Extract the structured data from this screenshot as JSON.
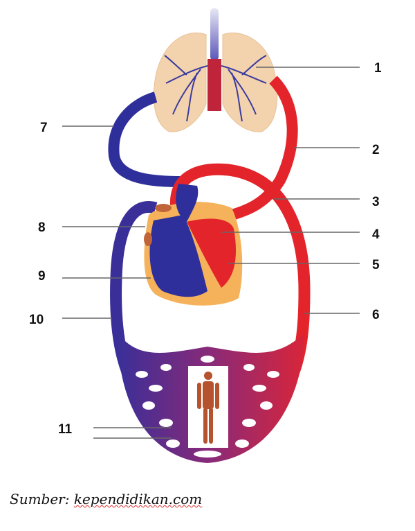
{
  "labels": [
    "1",
    "2",
    "3",
    "4",
    "5",
    "6",
    "7",
    "8",
    "9",
    "10",
    "11"
  ],
  "source": {
    "prefix": "Sumber:",
    "site": "kependidikan.com"
  },
  "colors": {
    "oxygenated": "#e3242b",
    "deoxygenated": "#2e2f9a",
    "lung": "#f3d3ad",
    "heart_wall": "#f5b25a"
  }
}
